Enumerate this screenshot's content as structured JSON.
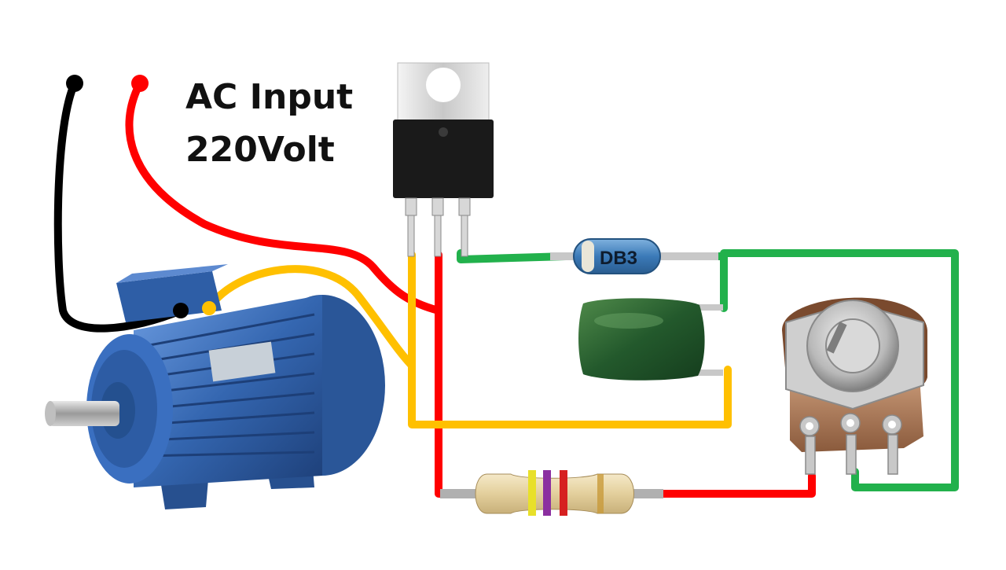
{
  "labels": {
    "ac_input_line1": "AC Input",
    "ac_input_line2": "220Volt",
    "diac_label": "DB3"
  },
  "colors": {
    "wire_red": "#ff0000",
    "wire_black": "#000000",
    "wire_yellow": "#ffc000",
    "wire_green": "#22b14c",
    "motor_blue": "#3a6fb8",
    "capacitor_green": "#1f5a2c",
    "diac_blue": "#2f6ea8"
  },
  "components": {
    "motor": "motor-icon",
    "triac": "triac-icon",
    "diac": "diac-icon",
    "capacitor": "capacitor-icon",
    "potentiometer": "potentiometer-icon",
    "resistor": "resistor-icon"
  },
  "resistor_bands": [
    "#e8e02a",
    "#8b2fa0",
    "#d62020"
  ]
}
